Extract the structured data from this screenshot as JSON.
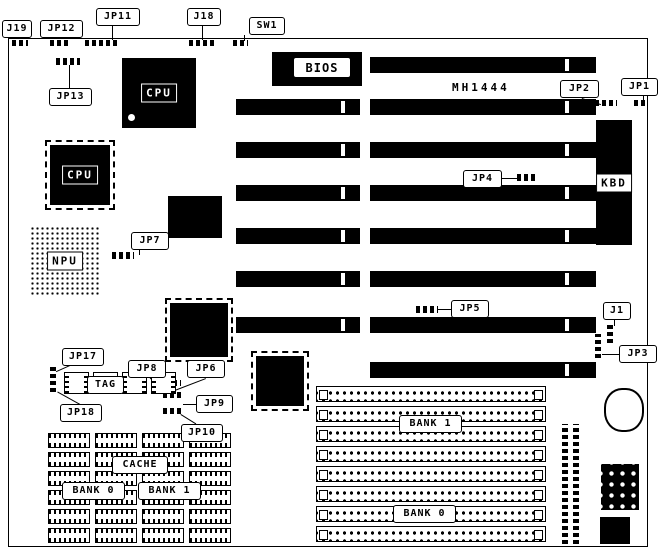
{
  "diagram": {
    "title": "MH1444",
    "components": {
      "cpu1": "CPU",
      "cpu2": "CPU",
      "npu": "NPU",
      "bios": "BIOS",
      "kbd": "KBD",
      "tag": "TAG",
      "cache": "CACHE",
      "bank0_left": "BANK 0",
      "bank1_left": "BANK 1",
      "bank1_right": "BANK 1",
      "bank0_right": "BANK 0"
    },
    "jumpers": {
      "j19": "J19",
      "jp12": "JP12",
      "jp11": "JP11",
      "j18": "J18",
      "sw1": "SW1",
      "jp13": "JP13",
      "jp2": "JP2",
      "jp1": "JP1",
      "jp4": "JP4",
      "jp7": "JP7",
      "jp5": "JP5",
      "j1": "J1",
      "jp3": "JP3",
      "jp17": "JP17",
      "jp8": "JP8",
      "jp6": "JP6",
      "jp18": "JP18",
      "jp9": "JP9",
      "jp10": "JP10"
    },
    "colors": {
      "chip": "#000000",
      "background": "#ffffff"
    }
  }
}
